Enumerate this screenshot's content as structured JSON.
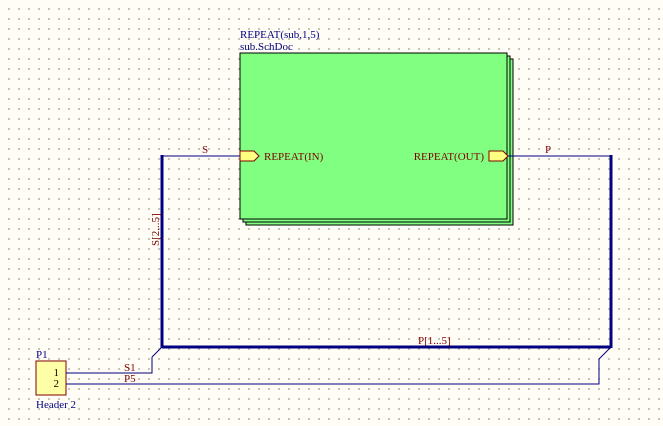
{
  "colors": {
    "wire": "#000080",
    "bus": "#000080",
    "sheet_fill": "#80ff80",
    "sheet_border": "#000000",
    "sheet_text": "#000080",
    "net_label": "#800000",
    "port_fill": "#ffff80",
    "port_border": "#800000",
    "header_fill": "#ffffa8",
    "header_border": "#800000",
    "designator": "#000080"
  },
  "sheet_symbol": {
    "designator": "REPEAT(sub,1,5)",
    "filename": "sub.SchDoc",
    "entries": [
      {
        "label": "REPEAT(IN)",
        "side": "left"
      },
      {
        "label": "REPEAT(OUT)",
        "side": "right"
      }
    ]
  },
  "net_labels": {
    "s": "S",
    "p": "P",
    "s_bus": "S[2...5]",
    "p_bus": "P[1...5]",
    "s1": "S1",
    "p5": "P5"
  },
  "component": {
    "designator": "P1",
    "comment": "Header 2",
    "pins": [
      "1",
      "2"
    ]
  }
}
